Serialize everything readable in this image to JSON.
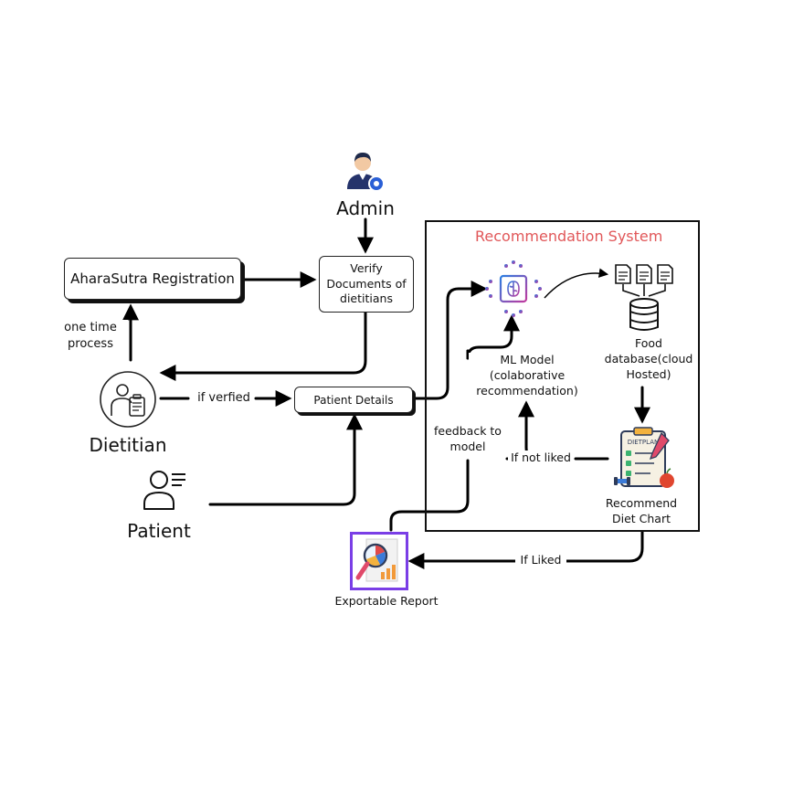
{
  "diagram": {
    "admin": {
      "label": "Admin",
      "icon": "admin-user-icon"
    },
    "registration": {
      "label": "AharaSutra Registration"
    },
    "verify": {
      "lines": [
        "Verify",
        "Documents of",
        "dietitians"
      ]
    },
    "one_time": {
      "lines": [
        "one time",
        "process"
      ]
    },
    "dietitian": {
      "label": "Dietitian",
      "icon": "dietitian-icon"
    },
    "if_verified": {
      "label": "if verfied"
    },
    "patient_details": {
      "label": "Patient Details"
    },
    "patient": {
      "label": "Patient",
      "icon": "patient-icon"
    },
    "recommendation_system": {
      "title": "Recommendation System",
      "title_color": "#e15759"
    },
    "ml_model": {
      "lines": [
        "ML Model",
        "(colaborative",
        "recommendation)"
      ],
      "icon": "brain-chip-icon"
    },
    "food_db": {
      "lines": [
        "Food",
        "database(cloud",
        "Hosted)"
      ],
      "icon": "database-icon"
    },
    "feedback": {
      "lines": [
        "feedback to",
        "model"
      ]
    },
    "if_not_liked": {
      "label": "If not liked"
    },
    "recommend_chart": {
      "lines": [
        "Recommend",
        "Diet Chart"
      ],
      "icon": "diet-plan-clipboard-icon",
      "icon_text": "DIETPLAN"
    },
    "if_liked": {
      "label": "If Liked"
    },
    "report": {
      "label": "Exportable Report",
      "icon": "report-magnifier-icon"
    }
  }
}
